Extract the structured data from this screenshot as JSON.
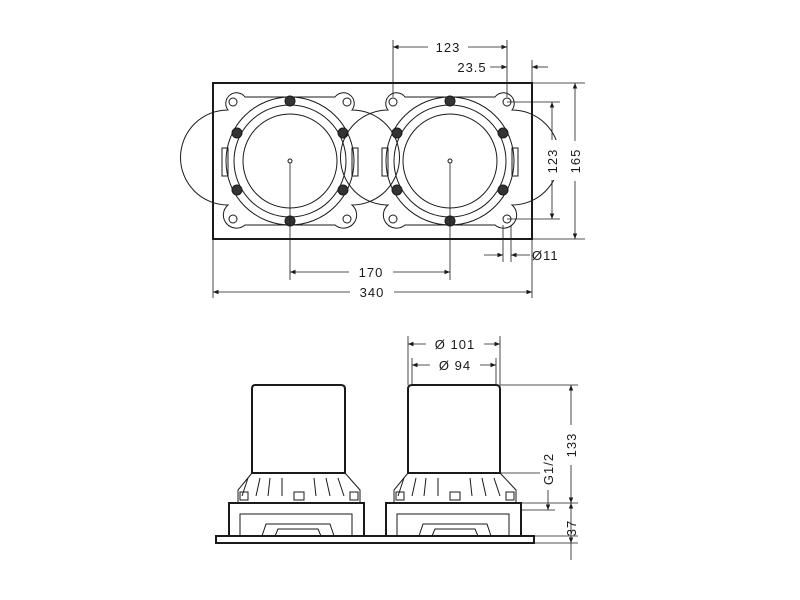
{
  "dimensions": {
    "top_width": "123",
    "top_offset": "23.5",
    "height_inner": "123",
    "height_outer": "165",
    "hole_diameter": "Ø11",
    "center_spacing": "170",
    "total_width": "340",
    "outer_diameter": "Ø 101",
    "inner_diameter": "Ø 94",
    "thread": "G1/2",
    "body_height": "133",
    "base_height": "37"
  },
  "colors": {
    "line": "#1a1a1a",
    "background": "#ffffff"
  }
}
